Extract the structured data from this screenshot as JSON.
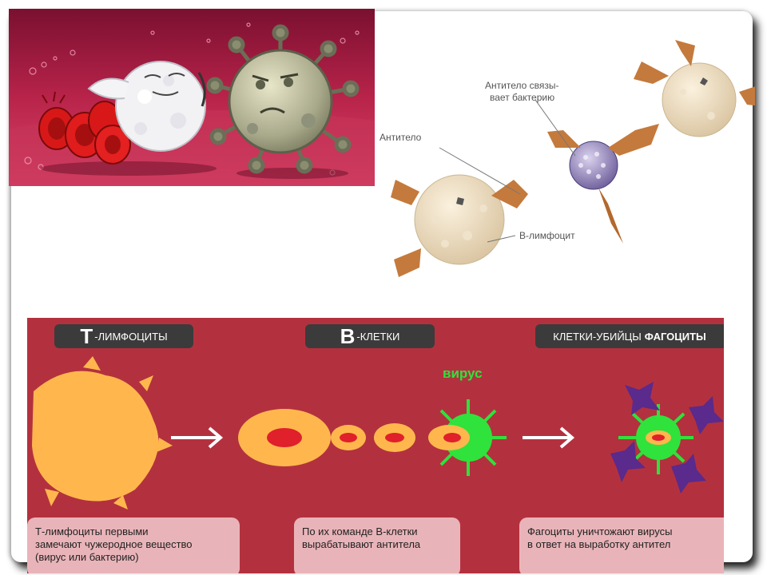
{
  "antibody_figure": {
    "label_antibody": "Антитело",
    "label_binds_line1": "Антитело связы-",
    "label_binds_line2": "вает бактерию",
    "label_b_lymphocyte": "В-лимфоцит"
  },
  "immune_panel": {
    "header_t_big": "Т",
    "header_t_rest": "-ЛИМФОЦИТЫ",
    "header_b_big": "В",
    "header_b_rest": "-КЛЕТКИ",
    "header_killers": "КЛЕТКИ-УБИЙЦЫ",
    "header_phagocytes": "ФАГОЦИТЫ",
    "virus_label": "вирус",
    "note_t_line1": "Т-лимфоциты первыми",
    "note_t_line2": "замечают чужеродное вещество",
    "note_t_line3": "(вирус или бактерию)",
    "note_b_line1": "По их команде В-клетки",
    "note_b_line2": "вырабатывают антитела",
    "note_p_line1": "Фагоциты уничтожают вирусы",
    "note_p_line2": "в ответ на выработку антител"
  },
  "colors": {
    "panel_bg": "#b3313e",
    "cell_orange": "#ffb74d",
    "cell_core": "#e0202a",
    "virus_green": "#2fe23c",
    "phagocyte_purple": "#5a2a8c",
    "note_bg": "#e9b4b9",
    "pill_bg": "#3b3b3b"
  }
}
